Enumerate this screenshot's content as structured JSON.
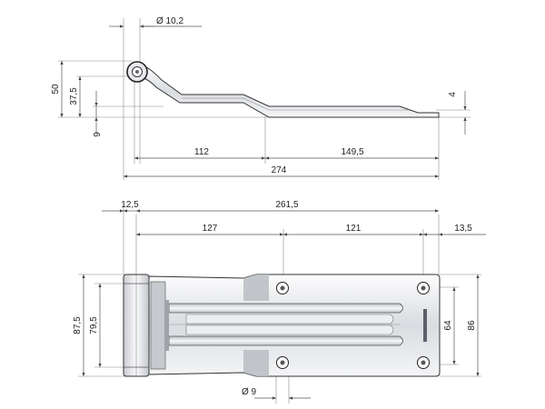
{
  "side_view": {
    "diameter_pin": "Ø 10,2",
    "height_50": "50",
    "height_37_5": "37,5",
    "thickness_9": "9",
    "thickness_4": "4",
    "len_112": "112",
    "len_149_5": "149,5",
    "len_274": "274"
  },
  "top_view": {
    "w_12_5": "12,5",
    "w_261_5": "261,5",
    "w_127": "127",
    "w_121": "121",
    "w_13_5": "13,5",
    "h_87_5": "87,5",
    "h_79_5": "79,5",
    "h_64": "64",
    "h_86": "86",
    "hole_diameter": "Ø 9"
  },
  "colors": {
    "metal_light": "#f2f3f5",
    "metal_mid": "#d7dade",
    "metal_dark": "#a9adb3",
    "plate_shadow": "#9ea3aa",
    "dimension_line": "#555555"
  }
}
